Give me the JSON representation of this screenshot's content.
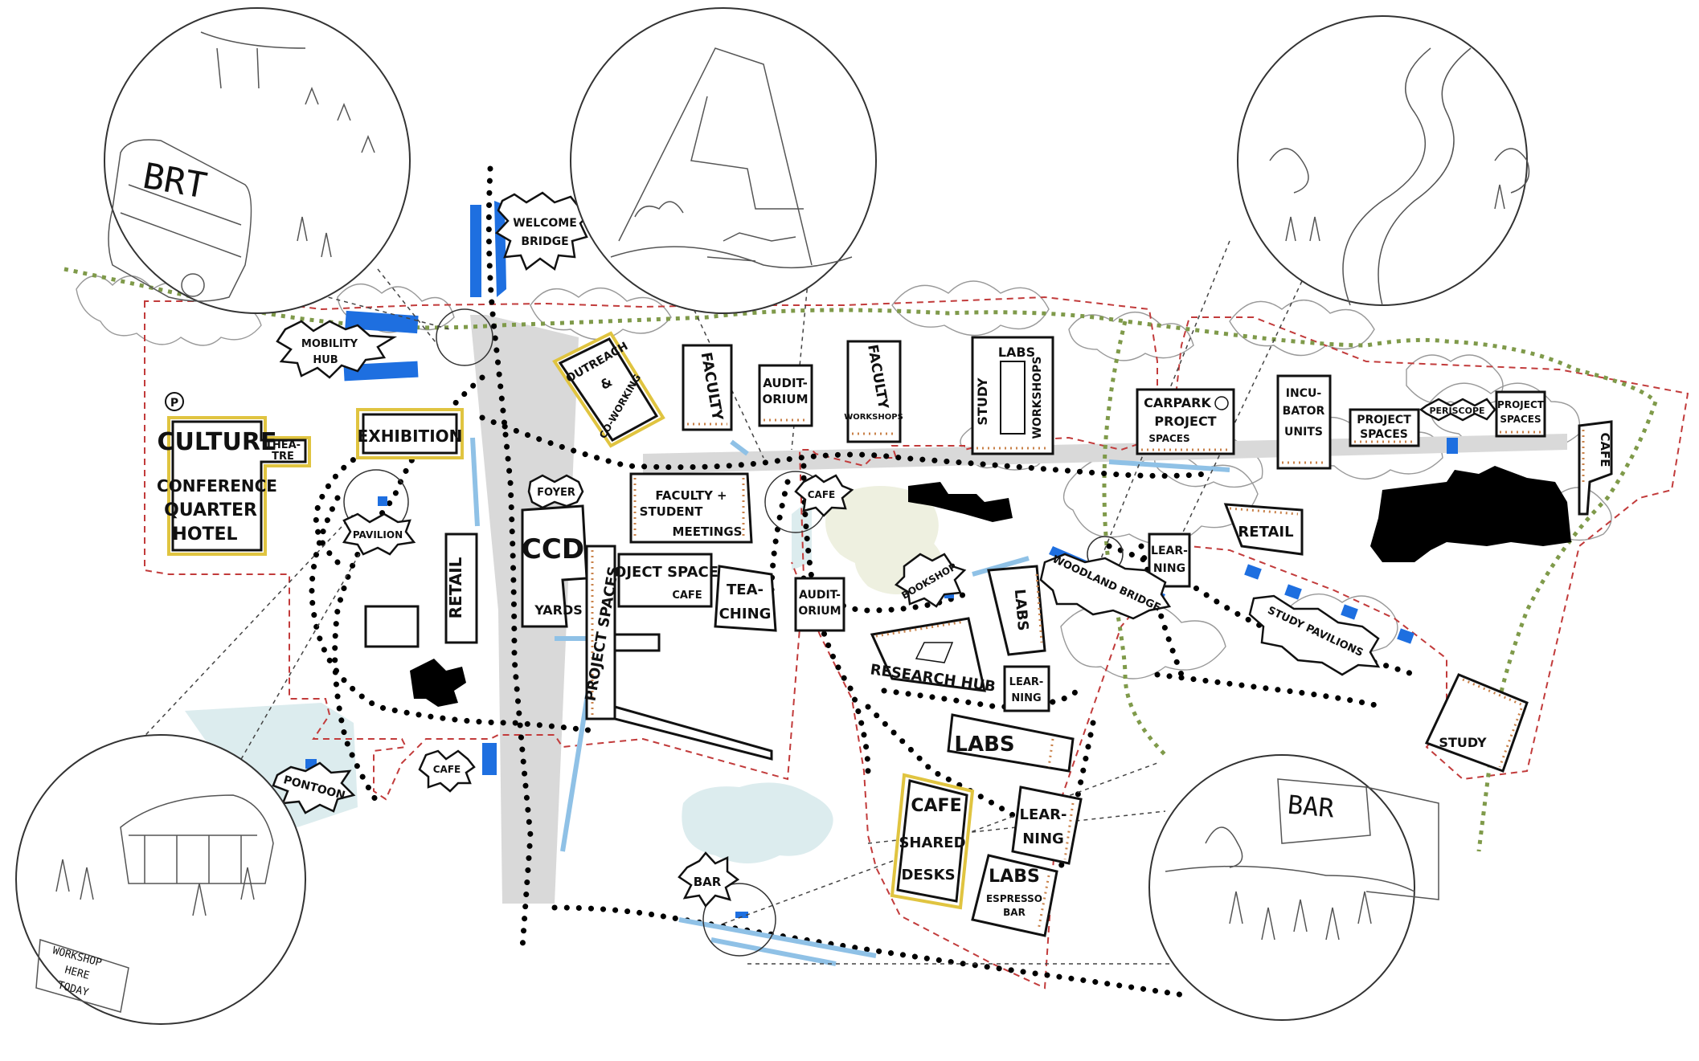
{
  "map": {
    "colors": {
      "boundary": "#c23b3b",
      "green_route": "#7f9a4a",
      "pedestrian_spine": "#d9d9d9",
      "water": "#dcecee",
      "blue_structures": "#1e6fe0",
      "light_blue_paths": "#8fc1e6",
      "highlight_yellow": "#e0c440",
      "hatch_orange": "#c9824a"
    },
    "callouts": {
      "welcome_bridge": [
        "WELCOME",
        "BRIDGE"
      ],
      "mobility_hub": [
        "MOBILITY",
        "HUB"
      ],
      "pavilion": "PAVILION",
      "pontoon": "PONTOON",
      "cafe_west": "CAFE",
      "bar": "BAR",
      "cafe_central": "CAFE",
      "bookshop": "BOOKSHOP",
      "woodland_bridge": "WOODLAND BRIDGE",
      "study_pavilions": "STUDY PAVILIONS",
      "foyer": "FOYER",
      "parking_symbol": "P"
    },
    "buildings": {
      "culture": "CULTURE",
      "theatre": [
        "THEA-",
        "TRE"
      ],
      "conference_lines": [
        "CONFERENCE",
        "QUARTER",
        "HOTEL"
      ],
      "exhibition": "EXHIBITION",
      "retail_west": "RETAIL",
      "ccd": "CCD",
      "yards": "YARDS",
      "outreach_lines": [
        "OUTREACH",
        "&",
        "CO-WORKING"
      ],
      "faculty_1": "FACULTY",
      "auditorium_north": [
        "AUDIT-",
        "ORIUM"
      ],
      "faculty_2": "FACULTY",
      "workshops_small": "WORKSHOPS",
      "labs_north": "LABS",
      "study_north": "STUDY",
      "workshops_north": "WORKSHOPS",
      "carpark_lines": [
        "CARPARK",
        "PROJECT",
        "SPACES"
      ],
      "incubator_lines": [
        "INCU-",
        "BATOR",
        "UNITS"
      ],
      "project_spaces_east_1": [
        "PROJECT",
        "SPACES"
      ],
      "periscope": "PERISCOPE",
      "project_spaces_east_2": [
        "PROJECT",
        "SPACES"
      ],
      "cafe_east": "CAFE",
      "faculty_student_lines": [
        "FACULTY +",
        "STUDENT",
        "MEETINGS"
      ],
      "project_spaces_mid": "PROJECT SPACES",
      "cafe_mid": "CAFE",
      "teaching": [
        "TEA-",
        "CHING"
      ],
      "project_spaces_vertical": "PROJECT SPACES",
      "auditorium_south": [
        "AUDIT-",
        "ORIUM"
      ],
      "retail_east": "RETAIL",
      "learning_east": [
        "LEAR-",
        "NING"
      ],
      "labs_mid": "LABS",
      "research_hub": "RESEARCH HUB",
      "learning_mid": [
        "LEAR-",
        "NING"
      ],
      "labs_south": "LABS",
      "cafe_shared_lines": [
        "CAFE",
        "SHARED",
        "DESKS"
      ],
      "learning_south": [
        "LEAR-",
        "NING"
      ],
      "labs_espresso": "LABS",
      "espresso_lines": [
        "ESPRESSO",
        "BAR"
      ],
      "study_east": "STUDY"
    },
    "vignettes": {
      "brt": "BRT",
      "bar_sign": "BAR",
      "workshop_sign": [
        "WORKSHOP",
        "HERE",
        "TODAY"
      ]
    }
  }
}
